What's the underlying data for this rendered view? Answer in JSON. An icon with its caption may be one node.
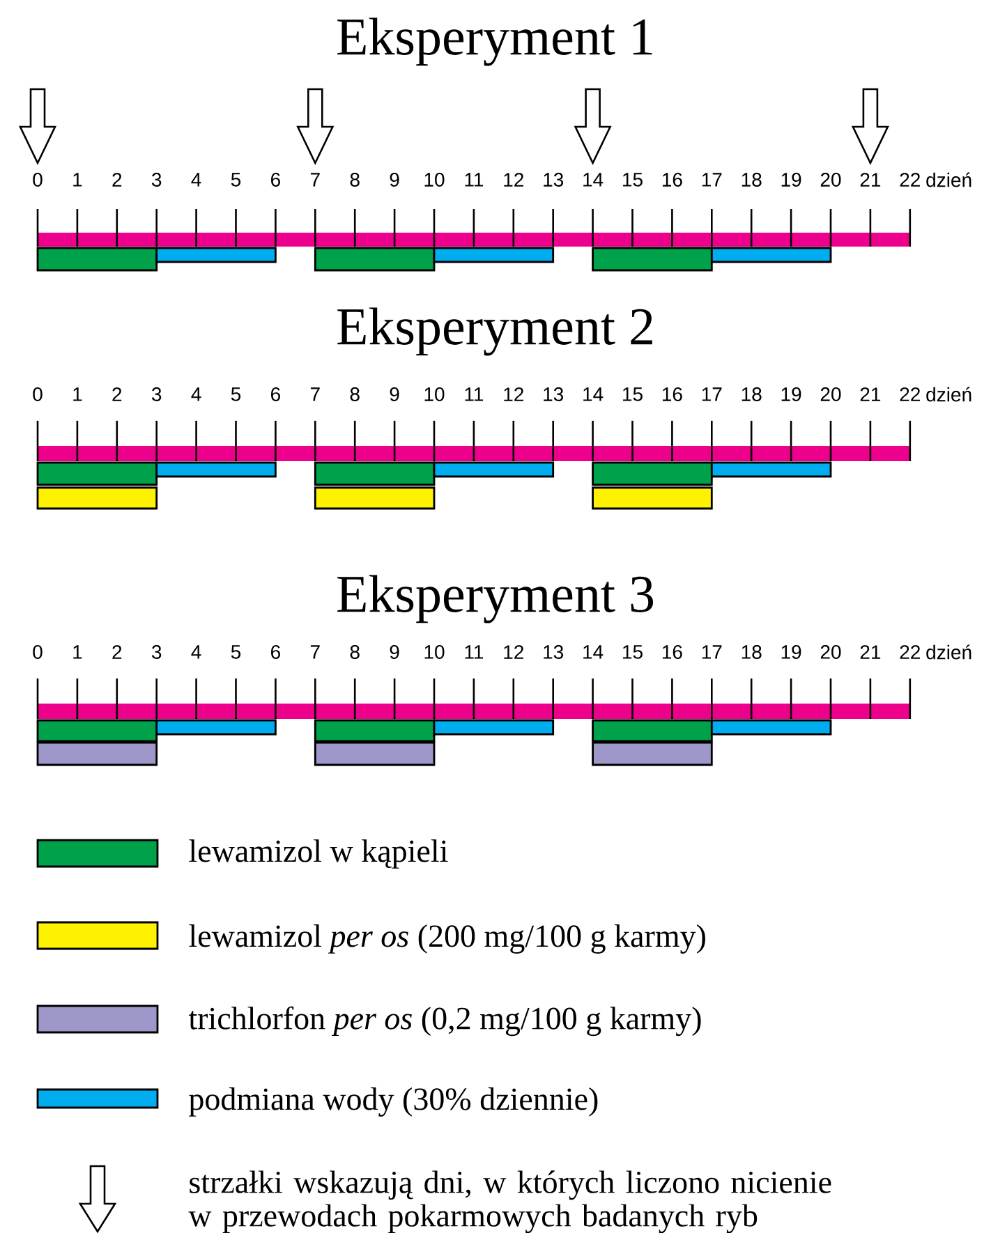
{
  "diagram": {
    "labels": [
      "Eksperyment 1",
      "0",
      "1",
      "2",
      "3",
      "4",
      "5",
      "6",
      "7",
      "8",
      "9",
      "10",
      "11",
      "12",
      "13",
      "14",
      "15",
      "16",
      "17",
      "18",
      "19",
      "20",
      "21",
      "22",
      "dzień",
      "Eksperyment 2",
      "0",
      "1",
      "2",
      "3",
      "4",
      "5",
      "6",
      "7",
      "8",
      "9",
      "10",
      "11",
      "12",
      "13",
      "14",
      "15",
      "16",
      "17",
      "18",
      "19",
      "20",
      "21",
      "22",
      "dzień",
      "Eksperyment 3",
      "0",
      "1",
      "2",
      "3",
      "4",
      "5",
      "6",
      "7",
      "8",
      "9",
      "10",
      "11",
      "12",
      "13",
      "14",
      "15",
      "16",
      "17",
      "18",
      "19",
      "20",
      "21",
      "22",
      "dzień"
    ],
    "legend": [
      {
        "text": "lewamizol w kąpieli",
        "color": "#00a14b"
      },
      {
        "text": "lewamizol *per os* (200 mg/100 g karmy)",
        "color": "#fff200"
      },
      {
        "text": "trichlorfon *per os* (0,2 mg/100 g karmy)",
        "color": "#9e97c9"
      },
      {
        "text": "podmiana wody (30% dziennie)",
        "color": "#00aeef"
      },
      {
        "text": "strzałki wskazują dni, w których liczono nicienie w przewodach pokarmowych badanych ryb"
      }
    ]
  }
}
